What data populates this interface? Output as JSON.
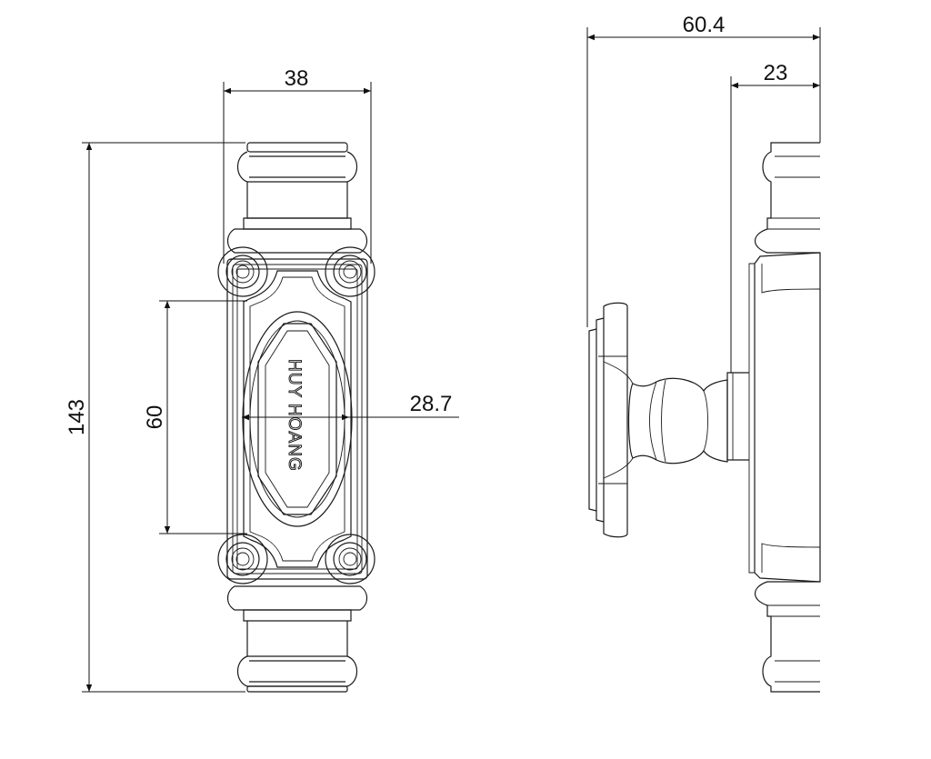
{
  "dimensions": {
    "overall_width": "60.4",
    "plate_projection": "23",
    "base_width": "38",
    "height": "143",
    "mount_spacing": "60",
    "inner_width": "28.7"
  },
  "brand_text": "HUY HOANG",
  "colors": {
    "line": "#1a1a1a",
    "background": "#ffffff"
  }
}
